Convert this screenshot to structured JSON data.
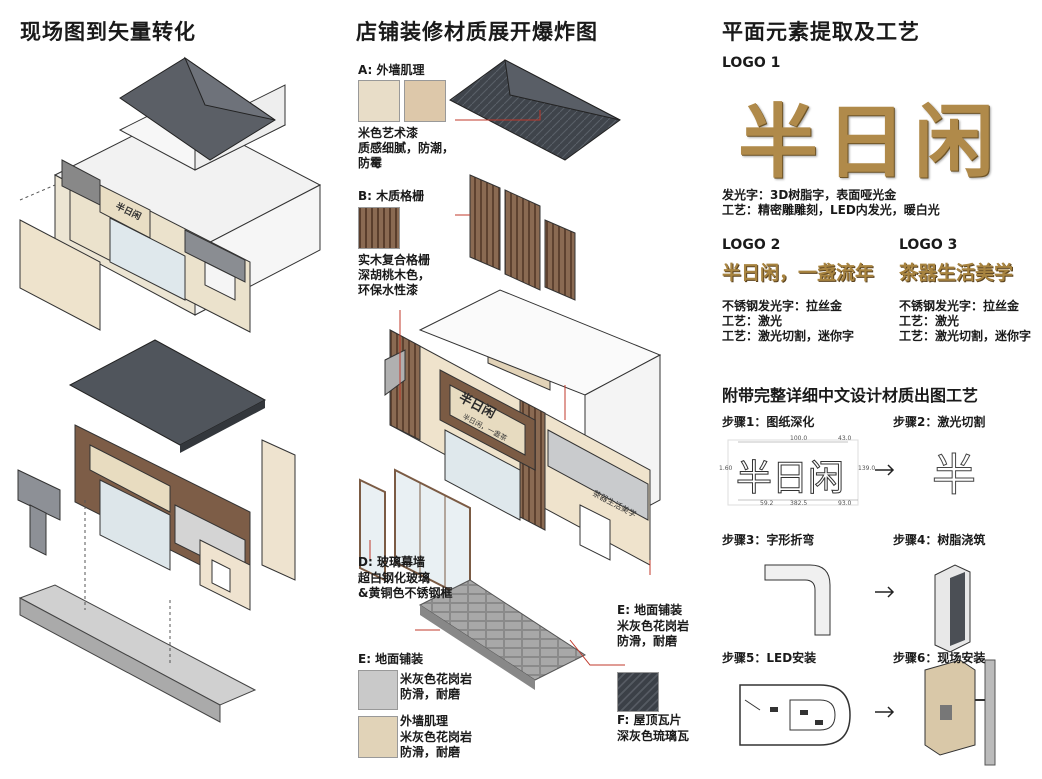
{
  "col1": {
    "title": "现场图到矢量转化"
  },
  "col2": {
    "title": "店铺装修材质展开爆炸图",
    "A": {
      "head": "A: 外墙肌理",
      "desc": [
        "米色艺术漆",
        "质感细腻，防潮，",
        "防霉"
      ]
    },
    "B": {
      "head": "B: 木质格栅",
      "desc": [
        "实木复合格栅",
        "深胡桃木色，",
        "环保水性漆"
      ]
    },
    "D": {
      "head": "D: 玻璃幕墙",
      "desc": [
        "超白钢化玻璃",
        "&黄铜色不锈钢框"
      ]
    },
    "E1": {
      "head": "E: 地面铺装",
      "desc": [
        "米灰色花岗岩",
        "防滑，耐磨"
      ]
    },
    "E2": {
      "head": "E: 地面铺装",
      "desc": [
        "米灰色花岗岩",
        "防滑，耐磨"
      ]
    },
    "wall": {
      "head": "外墙肌理",
      "desc": [
        "米灰色花岗岩",
        "防滑，耐磨"
      ]
    },
    "F": {
      "head": "F: 屋顶瓦片",
      "desc": [
        "深灰色琉璃瓦"
      ]
    },
    "signs": {
      "main": "半日闲",
      "sub": "半日闲，一盏茶",
      "side": "茶器生活美学"
    }
  },
  "col3": {
    "title": "平面元素提取及工艺",
    "logo1": {
      "label": "LOGO 1",
      "text": "半日闲",
      "desc": [
        "发光字：3D树脂字，表面哑光金",
        "工艺：精密雕雕刻，LED内发光，暖白光"
      ]
    },
    "logo2": {
      "label": "LOGO 2",
      "text": "半日闲，一盏流年",
      "desc": [
        "不锈钢发光字：拉丝金",
        "工艺：激光",
        "工艺：激光切割，迷你字"
      ]
    },
    "logo3": {
      "label": "LOGO 3",
      "text": "茶器生活美学",
      "desc": [
        "不锈钢发光字：拉丝金",
        "工艺：激光",
        "工艺：激光切割，迷你字"
      ]
    },
    "process_title": "附带完整详细中文设计材质出图工艺",
    "steps": [
      "步骤1：图纸深化",
      "步骤2：激光切割",
      "步骤3：字形折弯",
      "步骤4：树脂浇筑",
      "步骤5：LED安装",
      "步骤6：现场安装"
    ],
    "drawing": {
      "text": "半日闲",
      "char": "半",
      "dims": [
        "100.0",
        "43.0",
        "59.2",
        "139.0",
        "382.5",
        "93.0",
        "1.60"
      ]
    }
  },
  "colors": {
    "roof": "#4a4f57",
    "wood": "#7a5a45",
    "wall": "#f0e6d3",
    "gold": "#b08a4a",
    "stone": "#c8c8c8"
  }
}
